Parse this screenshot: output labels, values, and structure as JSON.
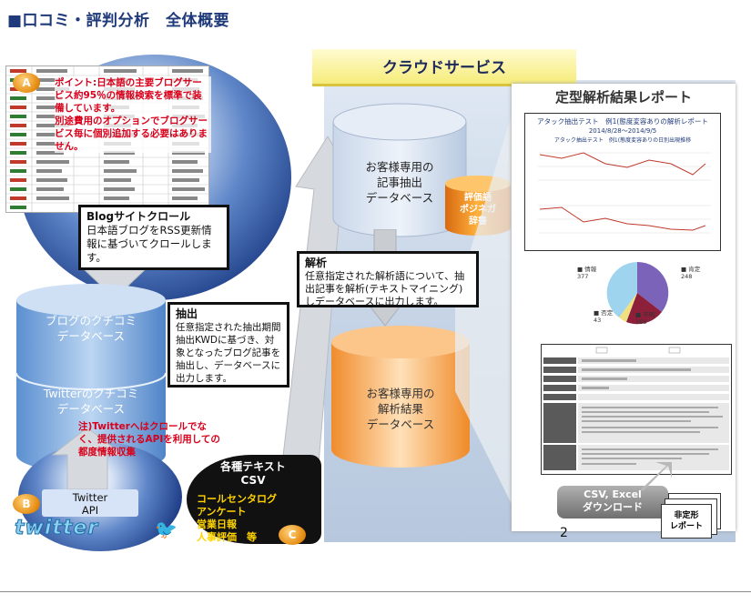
{
  "title": "■口コミ・評判分析　全体概要",
  "cloud": {
    "label": "クラウドサービス"
  },
  "report": {
    "label": "定型解析結果レポート",
    "doc_title": "アタック抽出テスト　例1(態度変容ありの解析レポート",
    "doc_dates": "2014/8/28～2014/9/5",
    "chart_caption": "アタック抽出テスト　例1(態度変容ありの日別出現推移",
    "pie_labels": {
      "positive": "■ 情報",
      "positive_val": "377",
      "negative": "■ 肯定",
      "negative_val": "248",
      "neutral": "■ 否定",
      "neutral_val": "43",
      "other": "■ 不明",
      "other_val": "168"
    }
  },
  "badges": {
    "a": "A",
    "b": "B",
    "c": "C"
  },
  "red_note": "ポイント:日本語の主要ブログサービス約95％の情報検索を標準で装備しています。\n別途費用のオプションでブログサービス毎に個別追加する必要はありません。",
  "blog_crawl": {
    "heading": "Blogサイトクロール",
    "body": "日本語ブログをRSS更新情報に基づいてクロールします。"
  },
  "extract": {
    "heading": "抽出",
    "body": "任意指定された抽出期間抽出KWDに基づき、対象となったブログ記事を抽出し、データベースに出力します。"
  },
  "analysis": {
    "heading": "解析",
    "body": "任意指定された解析語について、抽出記事を解析(テキストマイニング)しデータベースに出力します。"
  },
  "db_blog": {
    "line1": "ブログのクチコミ",
    "line2": "データベース"
  },
  "db_twitter": {
    "line1": "Twitterのクチコミ",
    "line2": "データベース"
  },
  "db_article": {
    "line1": "お客様専用の",
    "line2": "記事抽出",
    "line3": "データベース"
  },
  "db_result": {
    "line1": "お客様専用の",
    "line2": "解析結果",
    "line3": "データベース"
  },
  "dict": {
    "line1": "評価語",
    "line2": "ポジネガ",
    "line3": "辞書"
  },
  "twitter_note": "注)Twitterへはクロールでなく、提供されるAPIを利用しての都度情報収集",
  "twitter_api": {
    "line1": "Twitter",
    "line2": "API"
  },
  "twitter_logo": "twitter",
  "text_csv": {
    "heading1": "各種テキスト",
    "heading2": "CSV",
    "items": [
      "コールセンタログ",
      "アンケート",
      "営業日報",
      "人事評価　等"
    ]
  },
  "csv_download": {
    "line1": "CSV, Excel",
    "line2": "ダウンロード"
  },
  "ad_hoc": {
    "line1": "非定形",
    "line2": "レポート"
  },
  "page_number": "2",
  "colors": {
    "title": "#1f3a7a",
    "cloud_bg": "#c6d4e6",
    "badge": "#e58a10",
    "red": "#d8001a",
    "orange_db": "#f0a040"
  }
}
